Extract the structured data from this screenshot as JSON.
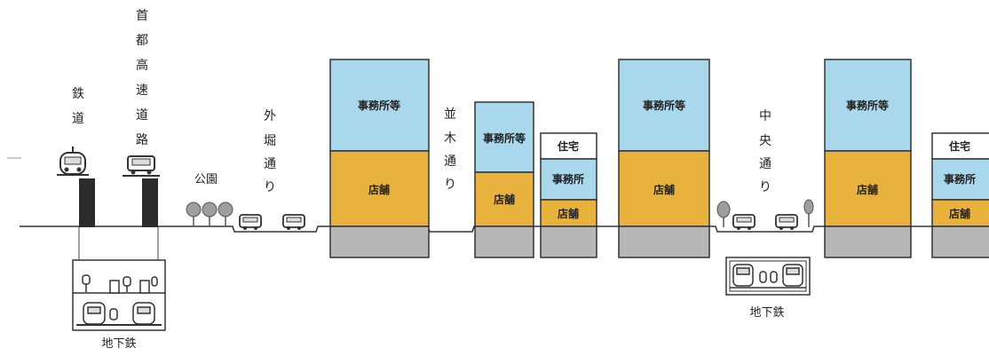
{
  "labels": {
    "railway": "鉄道",
    "expressway": "首都高速道路",
    "park": "公園",
    "sotobori_st": "外堀通り",
    "namiki_st": "並木通り",
    "chuo_st": "中央通り",
    "subway_left": "地下鉄",
    "subway_right": "地下鉄"
  },
  "buildings": [
    {
      "upper": "事務所等",
      "middle": "",
      "lower": "店舗"
    },
    {
      "upper": "事務所等",
      "middle": "",
      "lower": "店舗"
    },
    {
      "upper": "住宅",
      "middle": "事務所",
      "lower": "店舗"
    },
    {
      "upper": "事務所等",
      "middle": "",
      "lower": "店舗"
    },
    {
      "upper": "事務所等",
      "middle": "",
      "lower": "店舗"
    },
    {
      "upper": "住宅",
      "middle": "事務所",
      "lower": "店舗"
    }
  ],
  "colors": {
    "office": "#a9d8ec",
    "shop": "#e8b23c",
    "residence": "#ffffff",
    "basement": "#b7b7b7",
    "outline": "#333333",
    "tree": "#9e9e9e"
  }
}
